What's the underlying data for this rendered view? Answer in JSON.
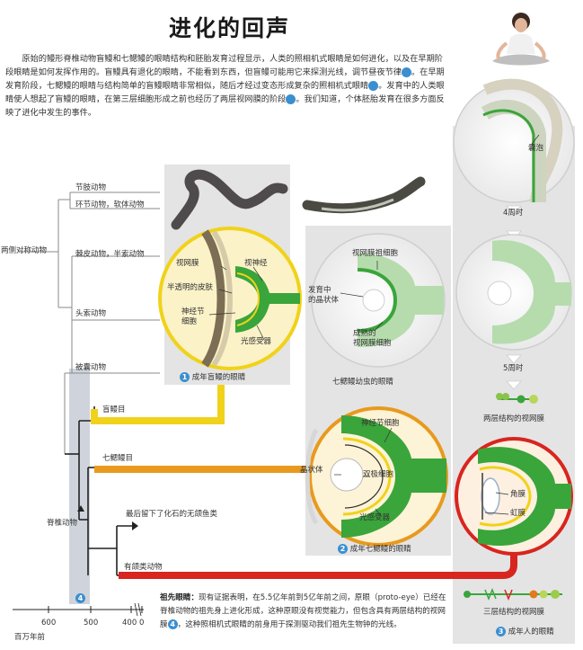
{
  "title": "进化的回声",
  "intro": {
    "p1": "原始的鳗形脊椎动物盲鳗和七鳃鳗的眼睛结构和胚胎发育过程显示，人类的照相机式眼睛是如何进化，以及在早期阶段眼睛是如何发挥作用的。盲鳗具有退化的眼睛，不能看到东西，但盲鳗可能用它来探测光线，调节昼夜节律",
    "n1": "1",
    "p2": "。在早期发育阶段，七鳃鳗的眼睛与结构简单的盲鳗眼睛非常相似，随后才经过变态形成复杂的照相机式眼睛",
    "n2": "2",
    "p3": "。发育中的人类眼睛使人想起了盲鳗的眼睛，在第三层细胞形成之前也经历了两层视网膜的阶段",
    "n3": "3",
    "p4": "。我们知道，个体胚胎发育在很多方面反映了进化中发生的事件。"
  },
  "tree": {
    "root": "两侧对称动物",
    "arthropods": "节肢动物",
    "annelids": "环节动物，软体动物",
    "echinoderms": "棘皮动物，半索动物",
    "cephalochordates": "头索动物",
    "urochordates": "被囊动物",
    "hagfish": "盲鳗目",
    "lamprey": "七鳃鳗目",
    "vertebrates": "脊椎动物",
    "fossil": "最后留下了化石的无颌鱼类",
    "jawed": "有颌类动物",
    "marker4": "4"
  },
  "timeline": {
    "ticks": [
      "600",
      "500",
      "400",
      "0"
    ],
    "unit": "百万年前"
  },
  "hagfish_eye": {
    "retina": "视网膜",
    "optic_nerve": "视神经",
    "skin": "半透明的皮肤",
    "ganglion": "神经节\n细胞",
    "photoreceptor": "光感受器",
    "caption_num": "1",
    "caption": "成年盲鳗的眼睛"
  },
  "larva_eye": {
    "progenitor": "视网膜祖细胞",
    "lens": "发育中\n的晶状体",
    "mature": "成熟的\n视网膜细胞",
    "caption": "七鳃鳗幼虫的眼睛"
  },
  "adult_lamprey_eye": {
    "ganglion": "神经节细胞",
    "lens": "晶状体",
    "bipolar": "双极细胞",
    "photoreceptor": "光感受器",
    "caption_num": "2",
    "caption": "成年七鳃鳗的眼睛"
  },
  "human": {
    "vesicle": "囊泡",
    "week4": "4周时",
    "week5": "5周时",
    "two_layer": "两层结构的视网膜",
    "cornea": "角膜",
    "iris": "虹膜",
    "three_layer": "三层结构的视网膜",
    "caption_num": "3",
    "caption": "成年人的眼睛"
  },
  "footnote": {
    "head": "祖先眼睛：",
    "text1": "现有证据表明，在5.5亿年前到5亿年前之间，原眼（proto-eye）已经在脊椎动物的祖先身上进化形成，这种原眼没有视觉能力，但包含具有两层结构的视网膜",
    "num": "4",
    "text2": "，这种照相机式眼睛的前身用于探测驱动我们祖先生物钟的光线。"
  },
  "colors": {
    "hagfish": "#f0d21a",
    "lamprey": "#e89a1e",
    "human": "#d8251f",
    "green": "#3aa53a",
    "blue": "#3a8fd0"
  }
}
